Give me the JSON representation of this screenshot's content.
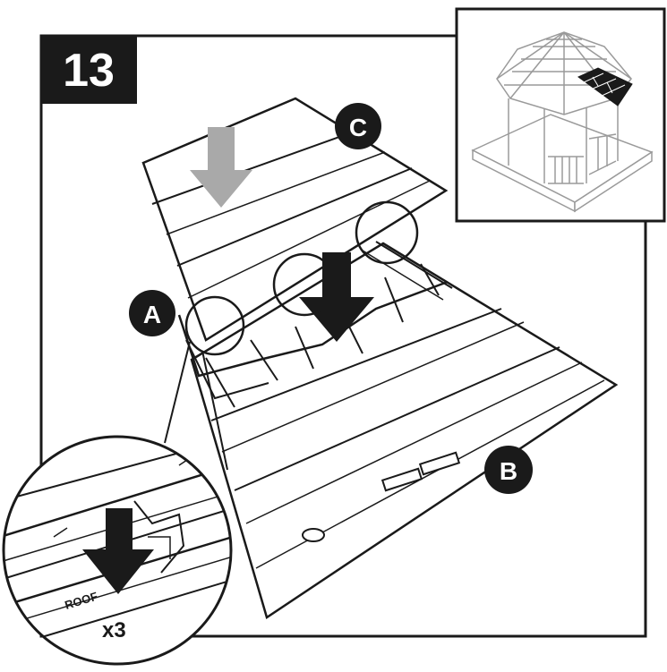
{
  "step": {
    "number": "13"
  },
  "callouts": [
    {
      "id": "A",
      "label": "A"
    },
    {
      "id": "B",
      "label": "B"
    },
    {
      "id": "C",
      "label": "C"
    }
  ],
  "detail": {
    "multiplier": "x3",
    "stamp": "ROOF"
  },
  "colors": {
    "ink": "#1a1a1a",
    "paper": "#ffffff",
    "arrow_gray": "#a9a9a9",
    "sketch_gray": "#9a9a9a"
  }
}
